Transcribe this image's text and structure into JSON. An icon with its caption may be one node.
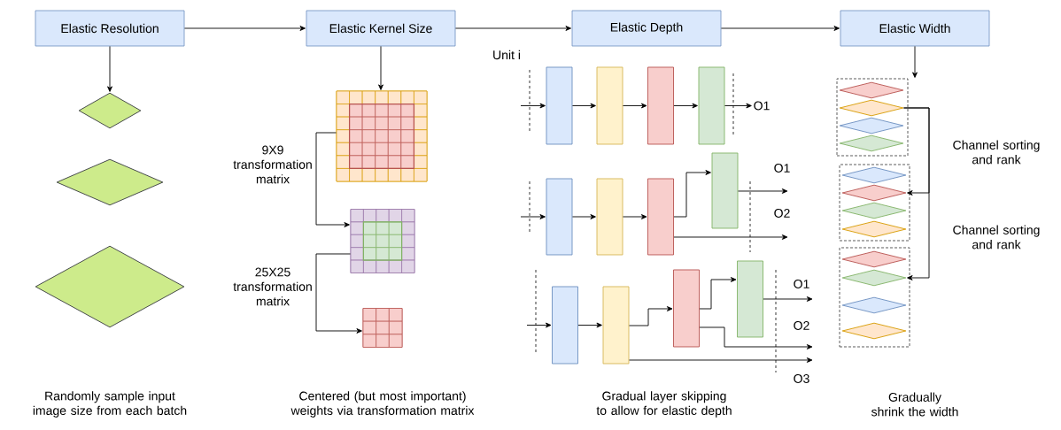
{
  "diagram": {
    "nodes": [
      {
        "text": [
          "Elastic Resolution"
        ]
      },
      {
        "text": [
          "Elastic Kernel Size"
        ]
      },
      {
        "text": [
          "Elastic Depth"
        ]
      },
      {
        "text": [
          "Elastic Width"
        ]
      },
      {
        "text": [],
        "shape": "diamond"
      },
      {
        "text": [],
        "shape": "diamond"
      },
      {
        "text": [],
        "shape": "diamond"
      },
      {
        "text": [],
        "shape": "grid"
      },
      {
        "text": [],
        "shape": "grid"
      },
      {
        "text": [],
        "shape": "grid"
      },
      {
        "text": [],
        "shape": "box"
      },
      {
        "text": [],
        "shape": "box"
      },
      {
        "text": [],
        "shape": "box"
      },
      {
        "text": [],
        "shape": "box"
      },
      {
        "text": [
          "O1"
        ]
      },
      {
        "text": [],
        "shape": "box"
      },
      {
        "text": [],
        "shape": "box"
      },
      {
        "text": [],
        "shape": "box"
      },
      {
        "text": [],
        "shape": "box"
      },
      {
        "text": [],
        "shape": "box"
      },
      {
        "text": [],
        "shape": "box"
      },
      {
        "text": [],
        "shape": "box"
      },
      {
        "text": [],
        "shape": "box"
      },
      {
        "text": [],
        "shape": "box"
      },
      {
        "text": [],
        "shape": "diamond",
        "in": 23
      },
      {
        "text": [],
        "shape": "diamond",
        "in": 23
      },
      {
        "text": [],
        "shape": "diamond",
        "in": 23
      },
      {
        "text": [],
        "shape": "diamond",
        "in": 23
      },
      {
        "text": [],
        "shape": "box"
      },
      {
        "text": [],
        "shape": "diamond",
        "in": 28
      },
      {
        "text": [],
        "shape": "diamond",
        "in": 28
      },
      {
        "text": [],
        "shape": "diamond",
        "in": 28
      },
      {
        "text": [],
        "shape": "diamond",
        "in": 28
      },
      {
        "text": [],
        "shape": "box"
      },
      {
        "text": [],
        "shape": "diamond",
        "in": 33
      },
      {
        "text": [],
        "shape": "diamond",
        "in": 33
      },
      {
        "text": [],
        "shape": "diamond",
        "in": 33
      },
      {
        "text": [],
        "shape": "diamond",
        "in": 33
      }
    ],
    "edges": [
      {
        "from": 0,
        "to": 1,
        "arrow": "to"
      },
      {
        "from": 1,
        "to": 2,
        "arrow": "to"
      },
      {
        "from": 2,
        "to": 3,
        "arrow": "to"
      },
      {
        "from": 0,
        "to": 4,
        "arrow": "to"
      },
      {
        "from": 1,
        "to": 7,
        "arrow": "to"
      },
      {
        "from": 3,
        "to": 23,
        "arrow": "to"
      },
      {
        "from": 7,
        "to": 8,
        "arrow": "to",
        "label": "9X9 transformation matrix"
      },
      {
        "from": 8,
        "to": 9,
        "arrow": "to",
        "label": "25X25 transformation matrix"
      },
      {
        "from": null,
        "to": 10,
        "arrow": "to"
      },
      {
        "from": 10,
        "to": 11,
        "arrow": "to"
      },
      {
        "from": 11,
        "to": 12,
        "arrow": "to"
      },
      {
        "from": 12,
        "to": 13,
        "arrow": "to"
      },
      {
        "from": 13,
        "to": 14,
        "arrow": "to"
      },
      {
        "from": null,
        "to": 15,
        "arrow": "to"
      },
      {
        "from": 15,
        "to": 16,
        "arrow": "to"
      },
      {
        "from": 16,
        "to": 17,
        "arrow": "to"
      },
      {
        "from": 17,
        "to": 18,
        "arrow": "to"
      },
      {
        "from": 18,
        "to": null,
        "arrow": "to",
        "label": "O1"
      },
      {
        "from": 17,
        "to": null,
        "arrow": "to",
        "label": "O2"
      },
      {
        "from": null,
        "to": 19,
        "arrow": "to"
      },
      {
        "from": 19,
        "to": 20,
        "arrow": "to"
      },
      {
        "from": 20,
        "to": 21,
        "arrow": "to"
      },
      {
        "from": 21,
        "to": 22,
        "arrow": "to"
      },
      {
        "from": 22,
        "to": null,
        "arrow": "to",
        "label": "O1"
      },
      {
        "from": 21,
        "to": null,
        "arrow": "to",
        "label": "O2"
      },
      {
        "from": 20,
        "to": null,
        "arrow": "to",
        "label": "O3"
      },
      {
        "from": 25,
        "to": 30,
        "arrow": "to",
        "label": "Channel sorting and rank"
      },
      {
        "from": 25,
        "to": 35,
        "arrow": "to",
        "label": "Channel sorting and rank"
      }
    ],
    "labels": [
      "Unit i",
      "Randomly sample input image size from each batch",
      "Centered (but most important) weights via transformation matrix",
      "Gradual layer skipping to allow for elastic depth",
      "Gradually shrink the width"
    ]
  }
}
